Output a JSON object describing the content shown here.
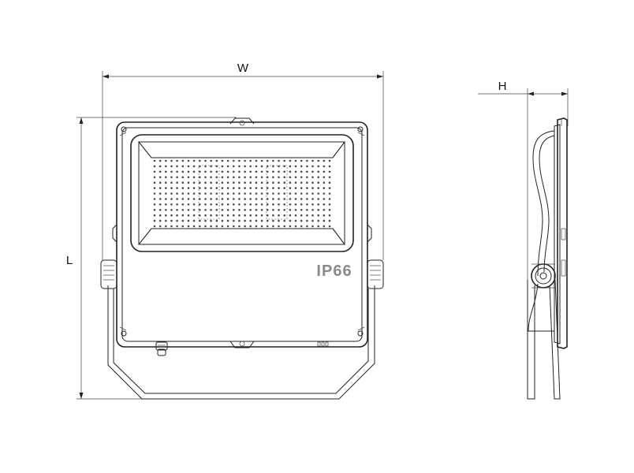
{
  "dimensions": {
    "width_label": "W",
    "length_label": "L",
    "height_label": "H"
  },
  "rating_label": "IP66",
  "colors": {
    "line": "#222222",
    "led_dot": "#4a4a4a",
    "rating_text": "#8a8a8a"
  }
}
